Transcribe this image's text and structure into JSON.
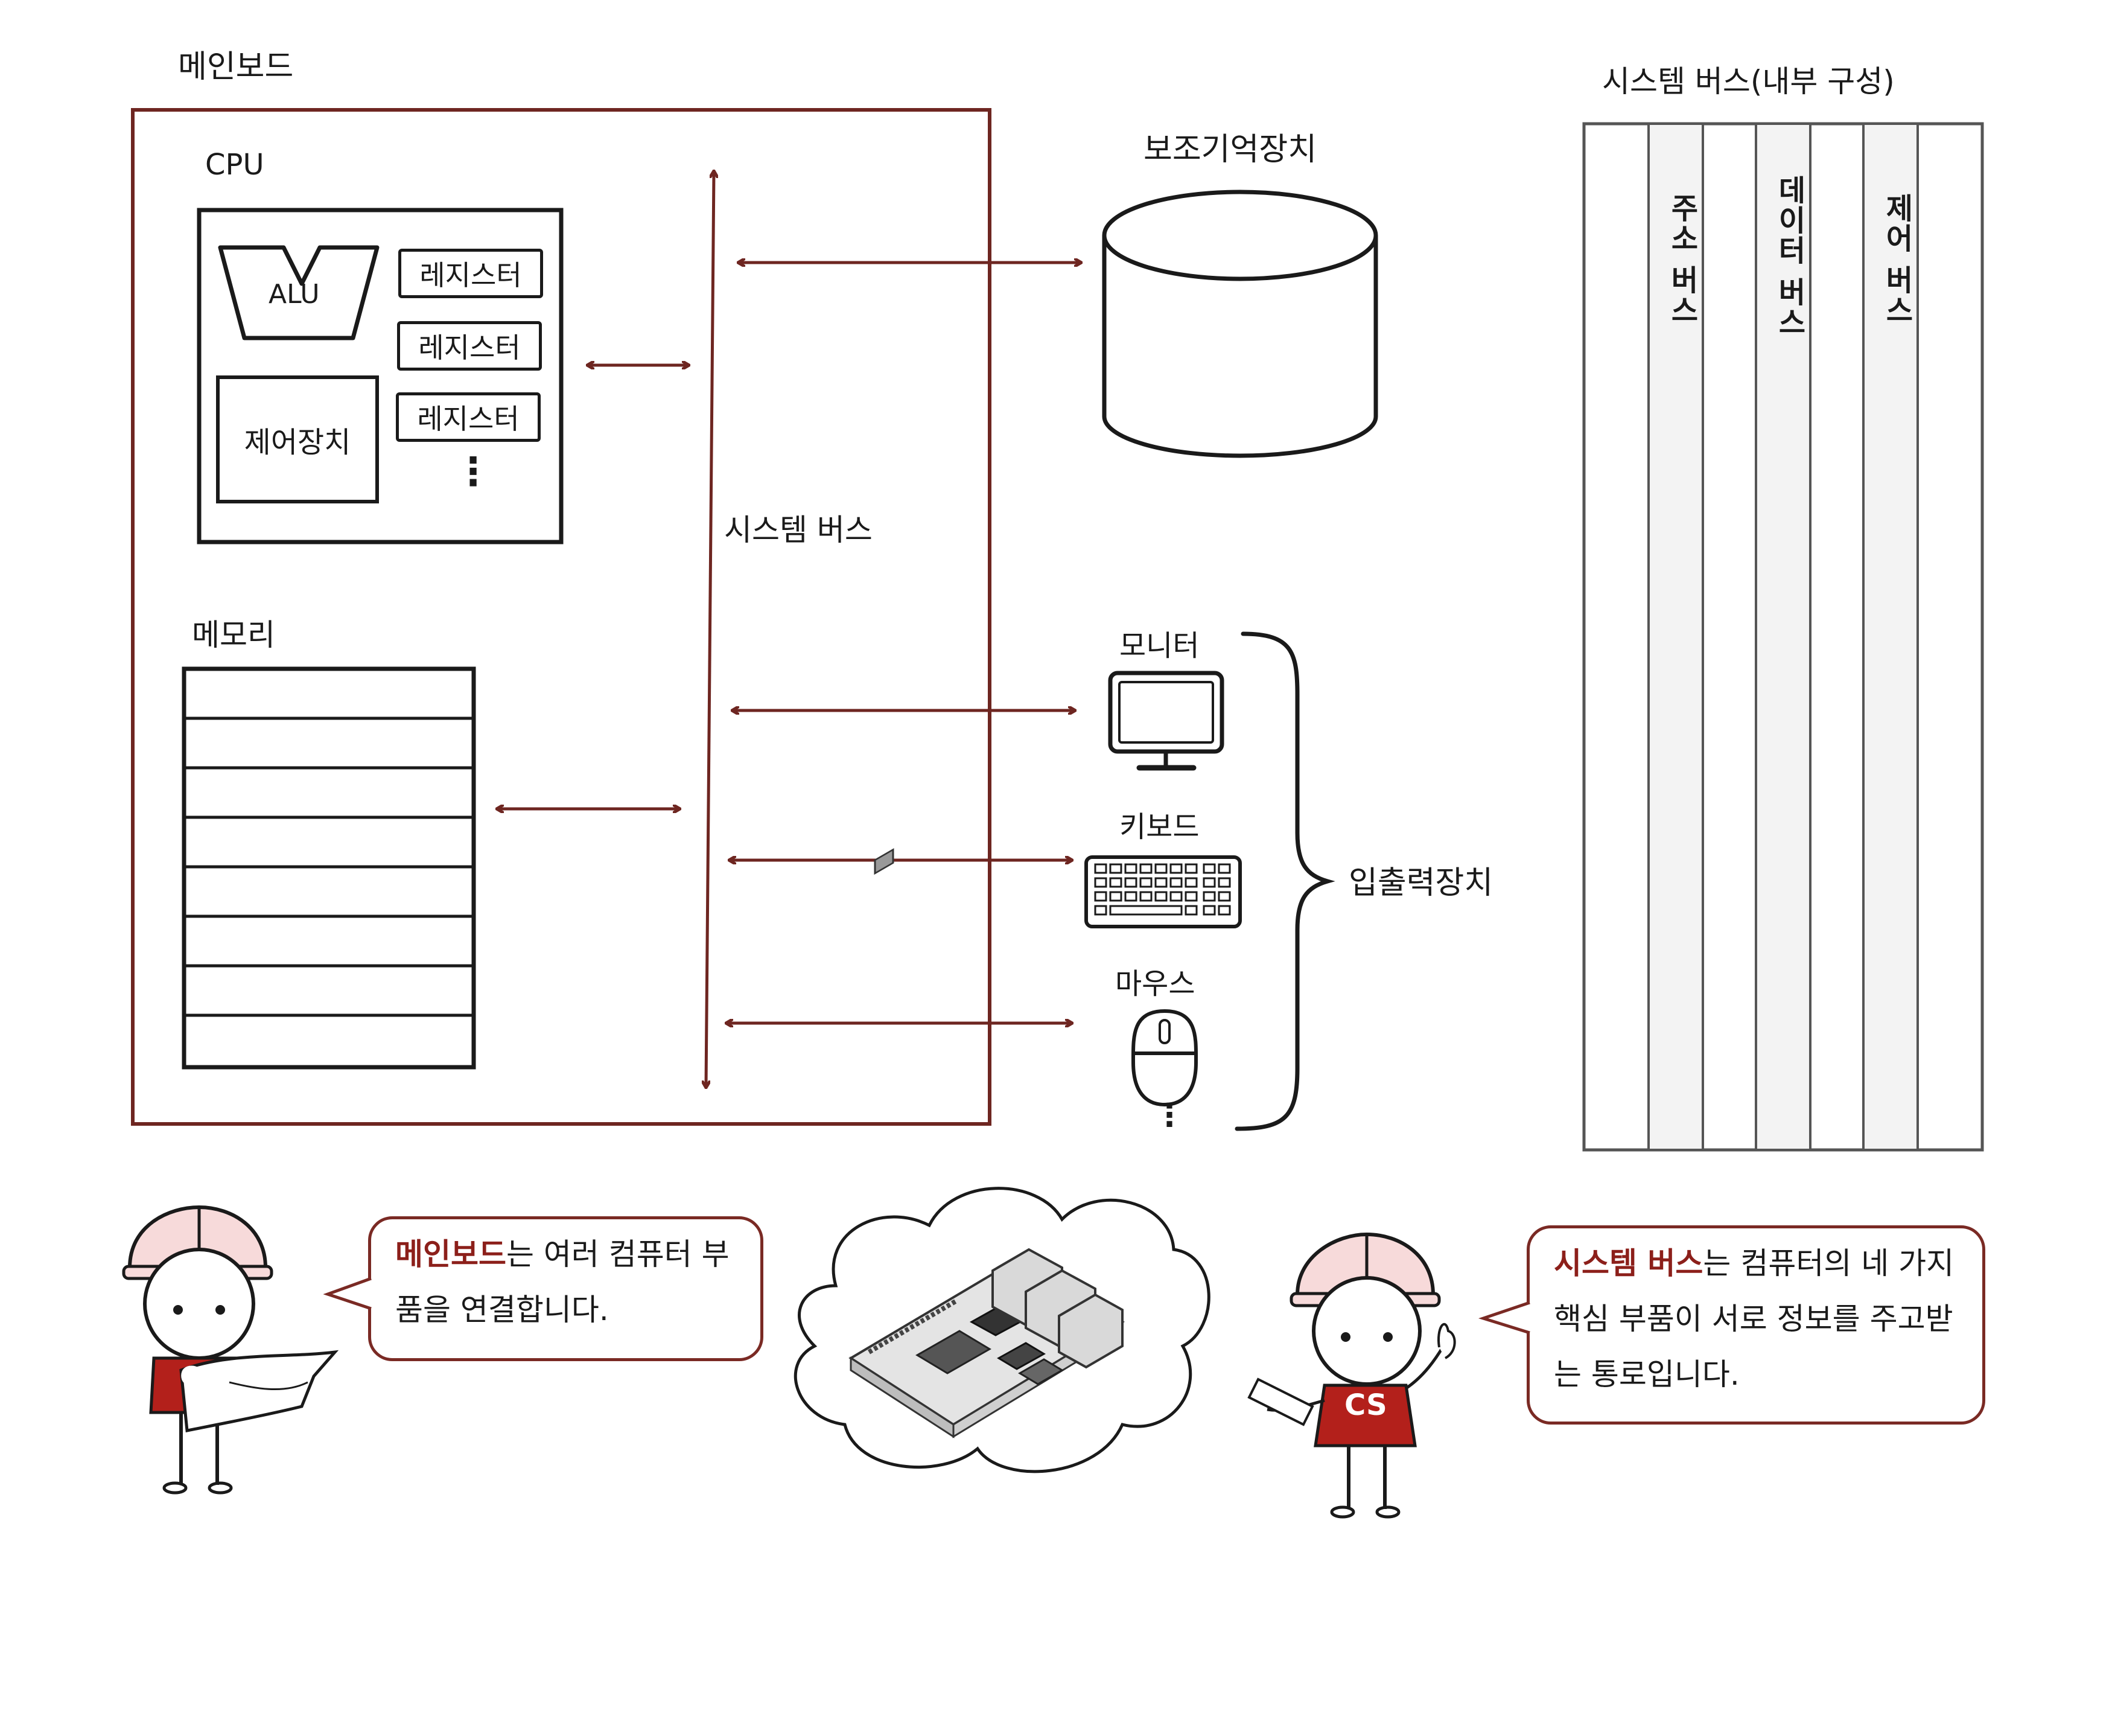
{
  "colors": {
    "arrow": "#6e2621",
    "accent": "#8c1f1a",
    "shirt": "#b3201b",
    "helmet": "#f7dada",
    "ink": "#1a1a1a"
  },
  "mainboard": {
    "title": "메인보드",
    "cpu": {
      "title": "CPU",
      "alu": "ALU",
      "control_unit": "제어장치",
      "registers": [
        "레지스터",
        "레지스터",
        "레지스터"
      ],
      "ellipsis": "⋮"
    },
    "memory": {
      "title": "메모리"
    },
    "system_bus_label": "시스템 버스"
  },
  "storage": {
    "title": "보조기억장치"
  },
  "io_devices": {
    "group_label": "입출력장치",
    "items": [
      "모니터",
      "키보드",
      "마우스"
    ],
    "ellipsis": "⋮"
  },
  "system_bus_internal": {
    "title": "시스템 버스(내부 구성)",
    "lanes": [
      "주소 버스",
      "데이터 버스",
      "제어 버스"
    ]
  },
  "characters": {
    "shirt_text": "CS"
  },
  "bubble_left": {
    "highlight": "메인보드",
    "text": "는 여러 컴퓨터 부품을 연결합니다."
  },
  "bubble_right": {
    "highlight": "시스템 버스",
    "text": "는 컴퓨터의 네 가지 핵심 부품이 서로 정보를 주고받는 통로입니다."
  }
}
